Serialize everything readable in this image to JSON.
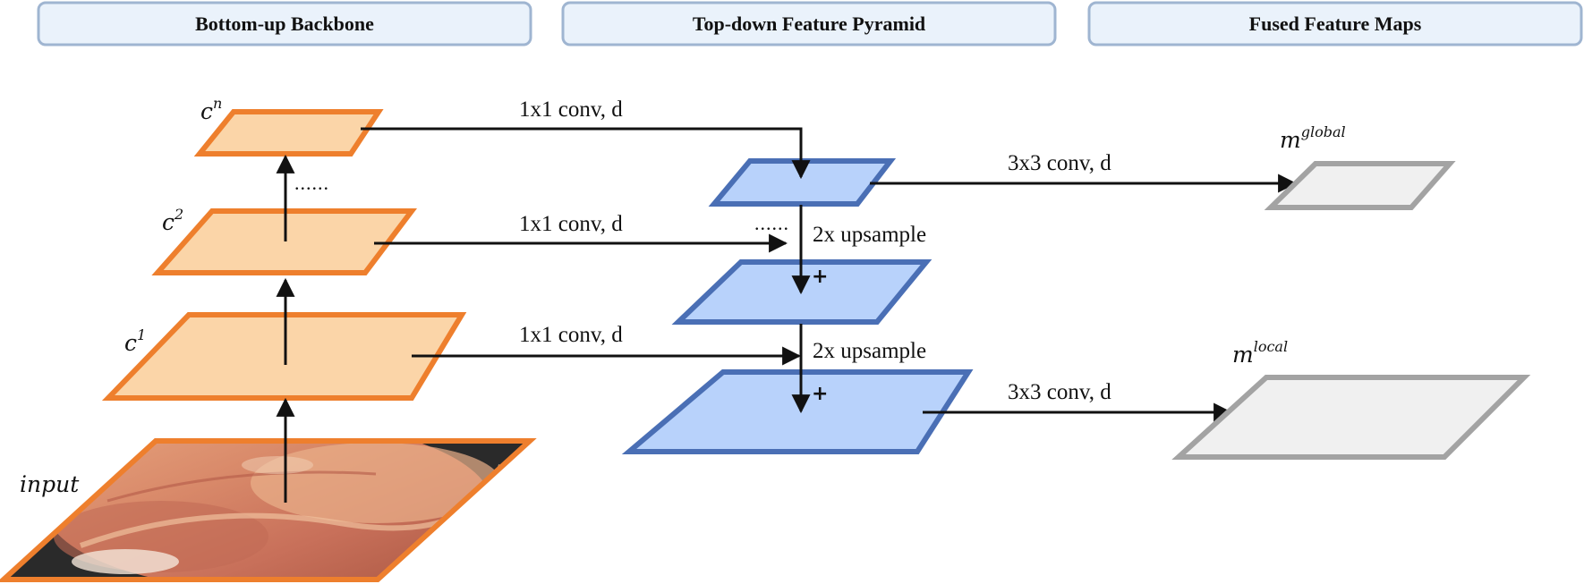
{
  "headers": {
    "backbone": "Bottom-up Backbone",
    "pyramid": "Top-down Feature Pyramid",
    "fused": "Fused Feature Maps"
  },
  "backbone_labels": {
    "cn": {
      "base": "c",
      "sup": "n"
    },
    "c2": {
      "base": "c",
      "sup": "2"
    },
    "c1": {
      "base": "c",
      "sup": "1"
    },
    "input": "input",
    "dots": "......"
  },
  "operations": {
    "lateral_top": "1x1 conv, d",
    "lateral_mid": "1x1 conv, d",
    "lateral_bottom": "1x1 conv, d",
    "upsample_top": "2x upsample",
    "upsample_bottom": "2x upsample",
    "out_global": "3x3 conv, d",
    "out_local": "3x3 conv, d",
    "plus_top": "+",
    "plus_bottom": "+",
    "pyramid_dots": "......"
  },
  "fused_labels": {
    "global": {
      "base": "m",
      "sup": "global"
    },
    "local": {
      "base": "m",
      "sup": "local"
    }
  },
  "colors": {
    "backbone_fill": "#fbd5a8",
    "backbone_stroke": "#ee7f2d",
    "pyramid_fill": "#b8d2fb",
    "pyramid_stroke": "#4a6fb5",
    "fused_fill": "#f0f0f0",
    "fused_stroke": "#a3a3a3",
    "header_fill": "#eaf2fb",
    "header_stroke": "#9fb5d1"
  }
}
